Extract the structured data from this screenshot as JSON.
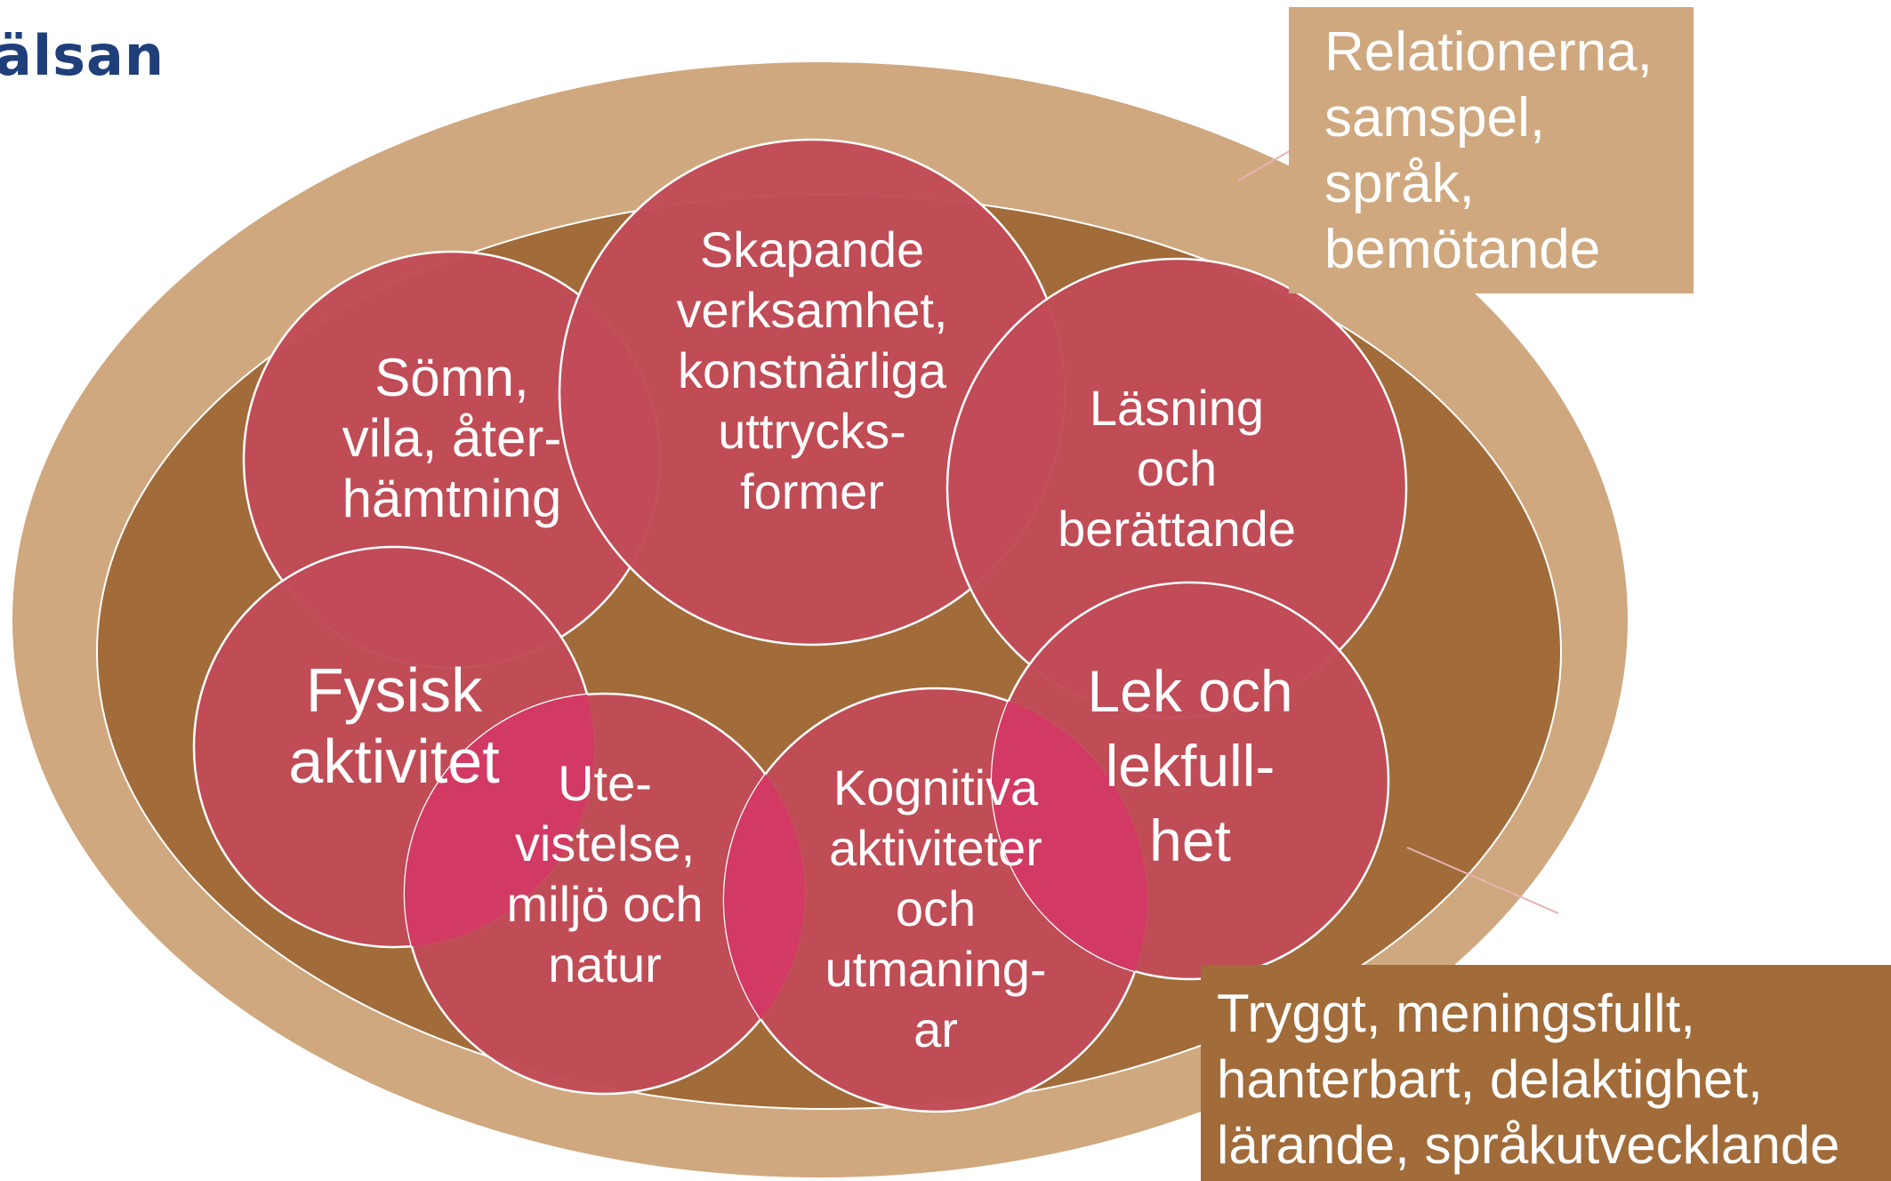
{
  "logo": {
    "text": "älsan"
  },
  "colors": {
    "outer_ellipse": "#cfa87f",
    "inner_ellipse": "#a16b3a",
    "circle_fill": "#c14b57",
    "overlap_fill": "#d23a64",
    "stroke": "#ffffff",
    "text": "#ffffff"
  },
  "callouts": {
    "top": {
      "lines": [
        "Relationerna,",
        "samspel,",
        "språk,",
        "bemötande"
      ]
    },
    "bottom": {
      "lines": [
        "Tryggt, meningsfullt,",
        "hanterbart, delaktighet,",
        "lärande, språkutvecklande"
      ]
    }
  },
  "circles": [
    {
      "name": "circle-somn",
      "lines": [
        "Sömn,",
        "vila, åter-",
        "hämtning"
      ]
    },
    {
      "name": "circle-skapande",
      "lines": [
        "Skapande",
        "verksamhet,",
        "konstnärliga",
        "uttrycks-",
        "former"
      ]
    },
    {
      "name": "circle-lasning",
      "lines": [
        "Läsning",
        "och",
        "berättande"
      ]
    },
    {
      "name": "circle-fysisk",
      "lines": [
        "Fysisk",
        "aktivitet"
      ]
    },
    {
      "name": "circle-utevistelse",
      "lines": [
        "Ute-",
        "vistelse,",
        "miljö och",
        "natur"
      ]
    },
    {
      "name": "circle-kognitiva",
      "lines": [
        "Kognitiva",
        "aktiviteter",
        "och",
        "utmaning-",
        "ar"
      ]
    },
    {
      "name": "circle-lek",
      "lines": [
        "Lek och",
        "lekfull-",
        "het"
      ]
    }
  ]
}
